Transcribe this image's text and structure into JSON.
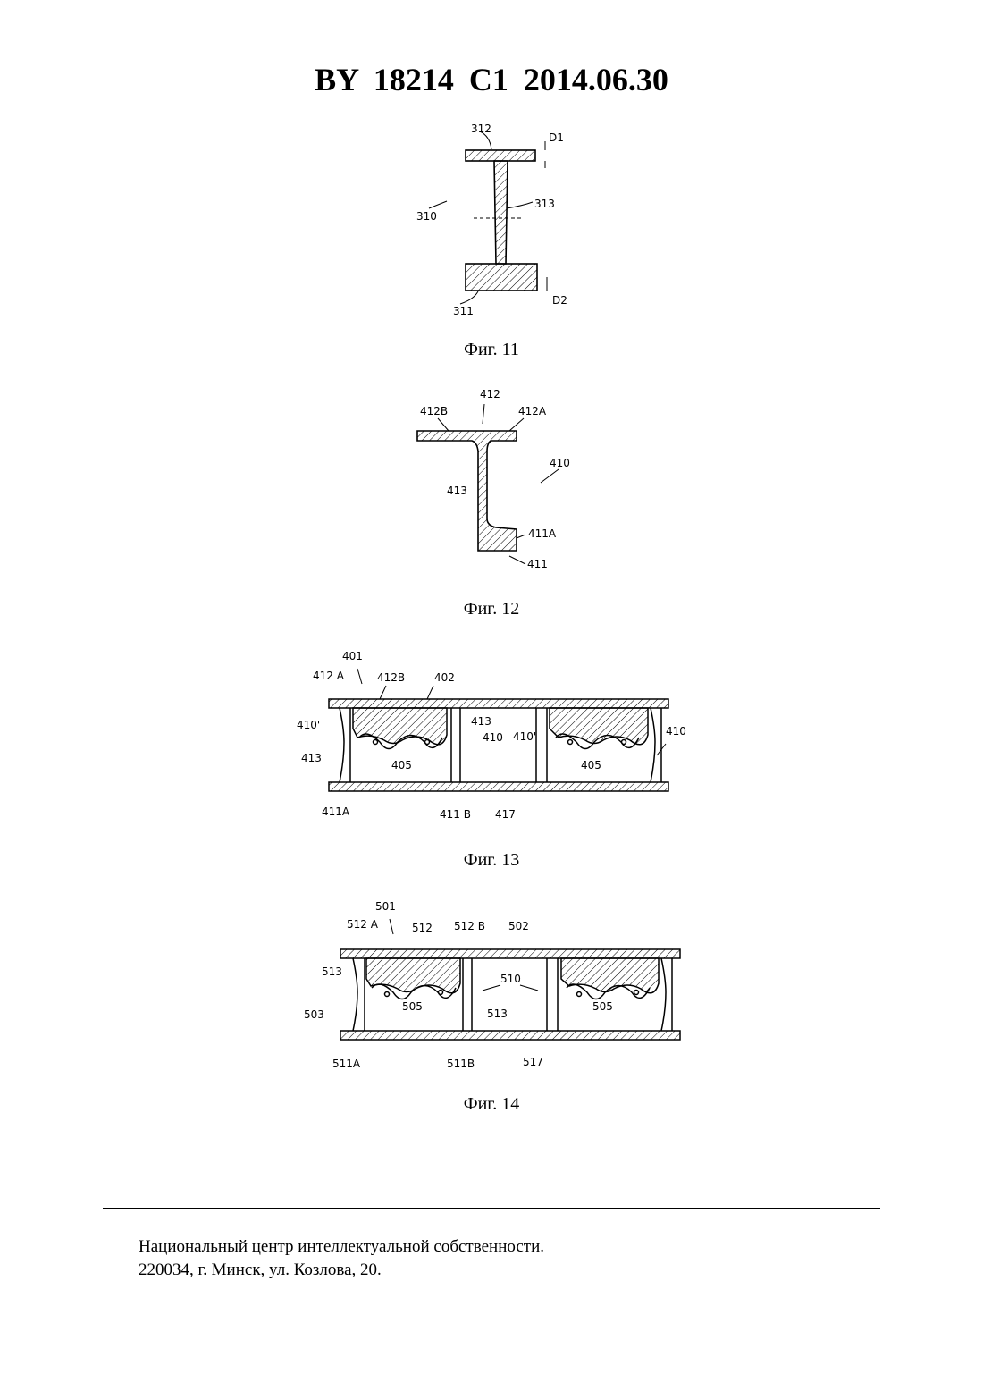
{
  "header": {
    "title": "BY 18214 C1 2014.06.30"
  },
  "figures": [
    {
      "caption": "Фиг. 11",
      "labels": [
        "312",
        "D1",
        "313",
        "310",
        "311",
        "D2"
      ]
    },
    {
      "caption": "Фиг. 12",
      "labels": [
        "412",
        "412B",
        "412A",
        "410",
        "413",
        "411A",
        "411"
      ]
    },
    {
      "caption": "Фиг. 13",
      "labels": [
        "401",
        "412 A",
        "412B",
        "402",
        "410'",
        "413",
        "410",
        "410'",
        "413",
        "405",
        "405",
        "410",
        "411A",
        "411 B",
        "417"
      ]
    },
    {
      "caption": "Фиг. 14",
      "labels": [
        "501",
        "512 A",
        "512",
        "512 B",
        "502",
        "513",
        "510",
        "503",
        "505",
        "513",
        "505",
        "511A",
        "511B",
        "517"
      ]
    }
  ],
  "footer": {
    "line1": "Национальный центр интеллектуальной собственности.",
    "line2": "220034, г. Минск, ул. Козлова, 20."
  }
}
